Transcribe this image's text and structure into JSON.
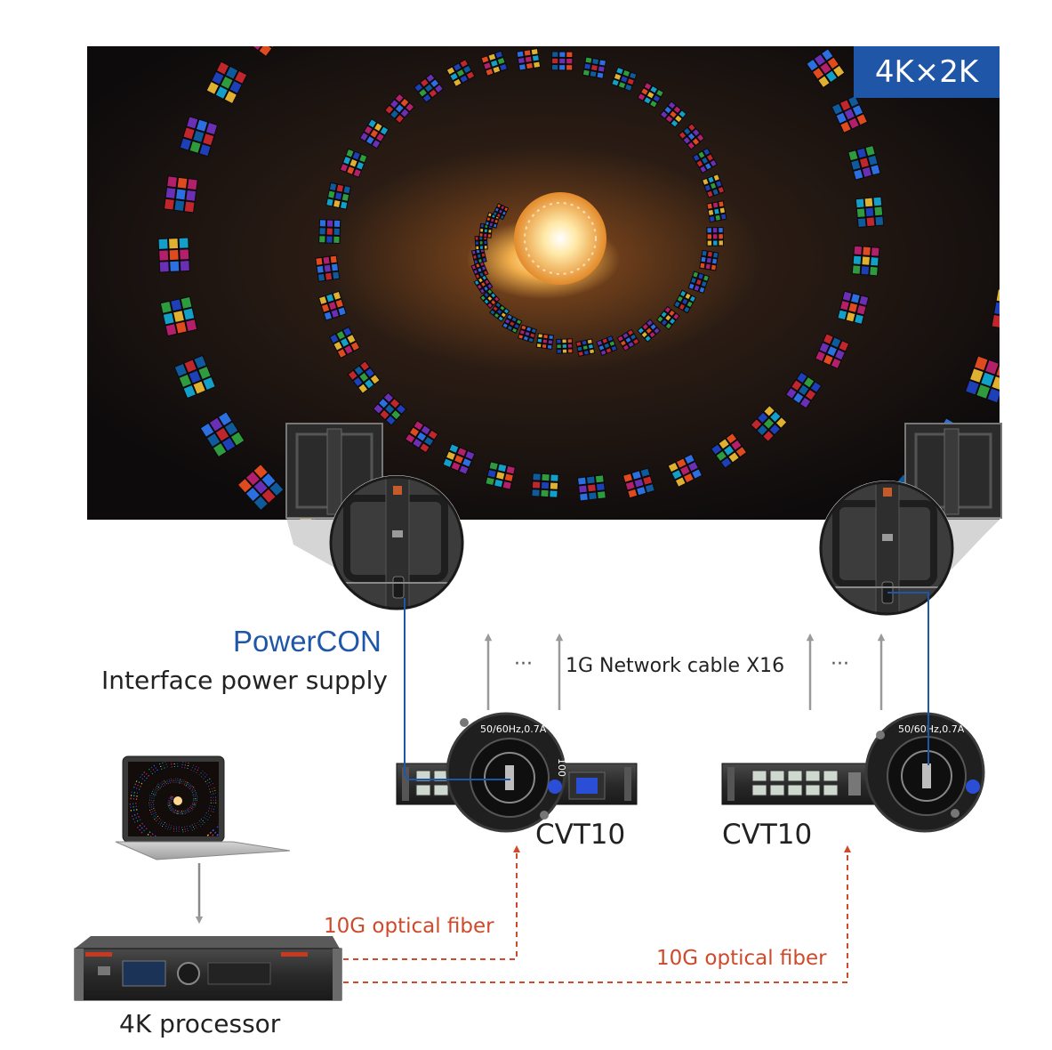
{
  "screen": {
    "badge": "4K×2K"
  },
  "labels": {
    "powercon_title": "PowerCON",
    "powercon_sub": "Interface power supply",
    "network_cable": "1G Network cable X16",
    "dots": "···",
    "cvt_left": "CVT10",
    "cvt_right": "CVT10",
    "fiber_top": "10G optical fiber",
    "fiber_bottom": "10G optical fiber",
    "processor": "4K processor",
    "power_plate_text": "50/60Hz,0.7A",
    "power_side_text": "100"
  },
  "colors": {
    "badge_bg": "#1f56a8",
    "powercon_blue": "#1f56a8",
    "fiber_red": "#cf4a2a",
    "arrow_gray": "#9a9a9a",
    "connector_blue": "#2a4fd6",
    "processor_accent": "#c83a20"
  },
  "icons": {
    "led_panel_left": "led-cabinet-icon",
    "led_panel_right": "led-cabinet-icon",
    "powercon_connector": "powercon-connector-icon",
    "laptop": "laptop-icon",
    "processor": "4k-processor-icon"
  }
}
